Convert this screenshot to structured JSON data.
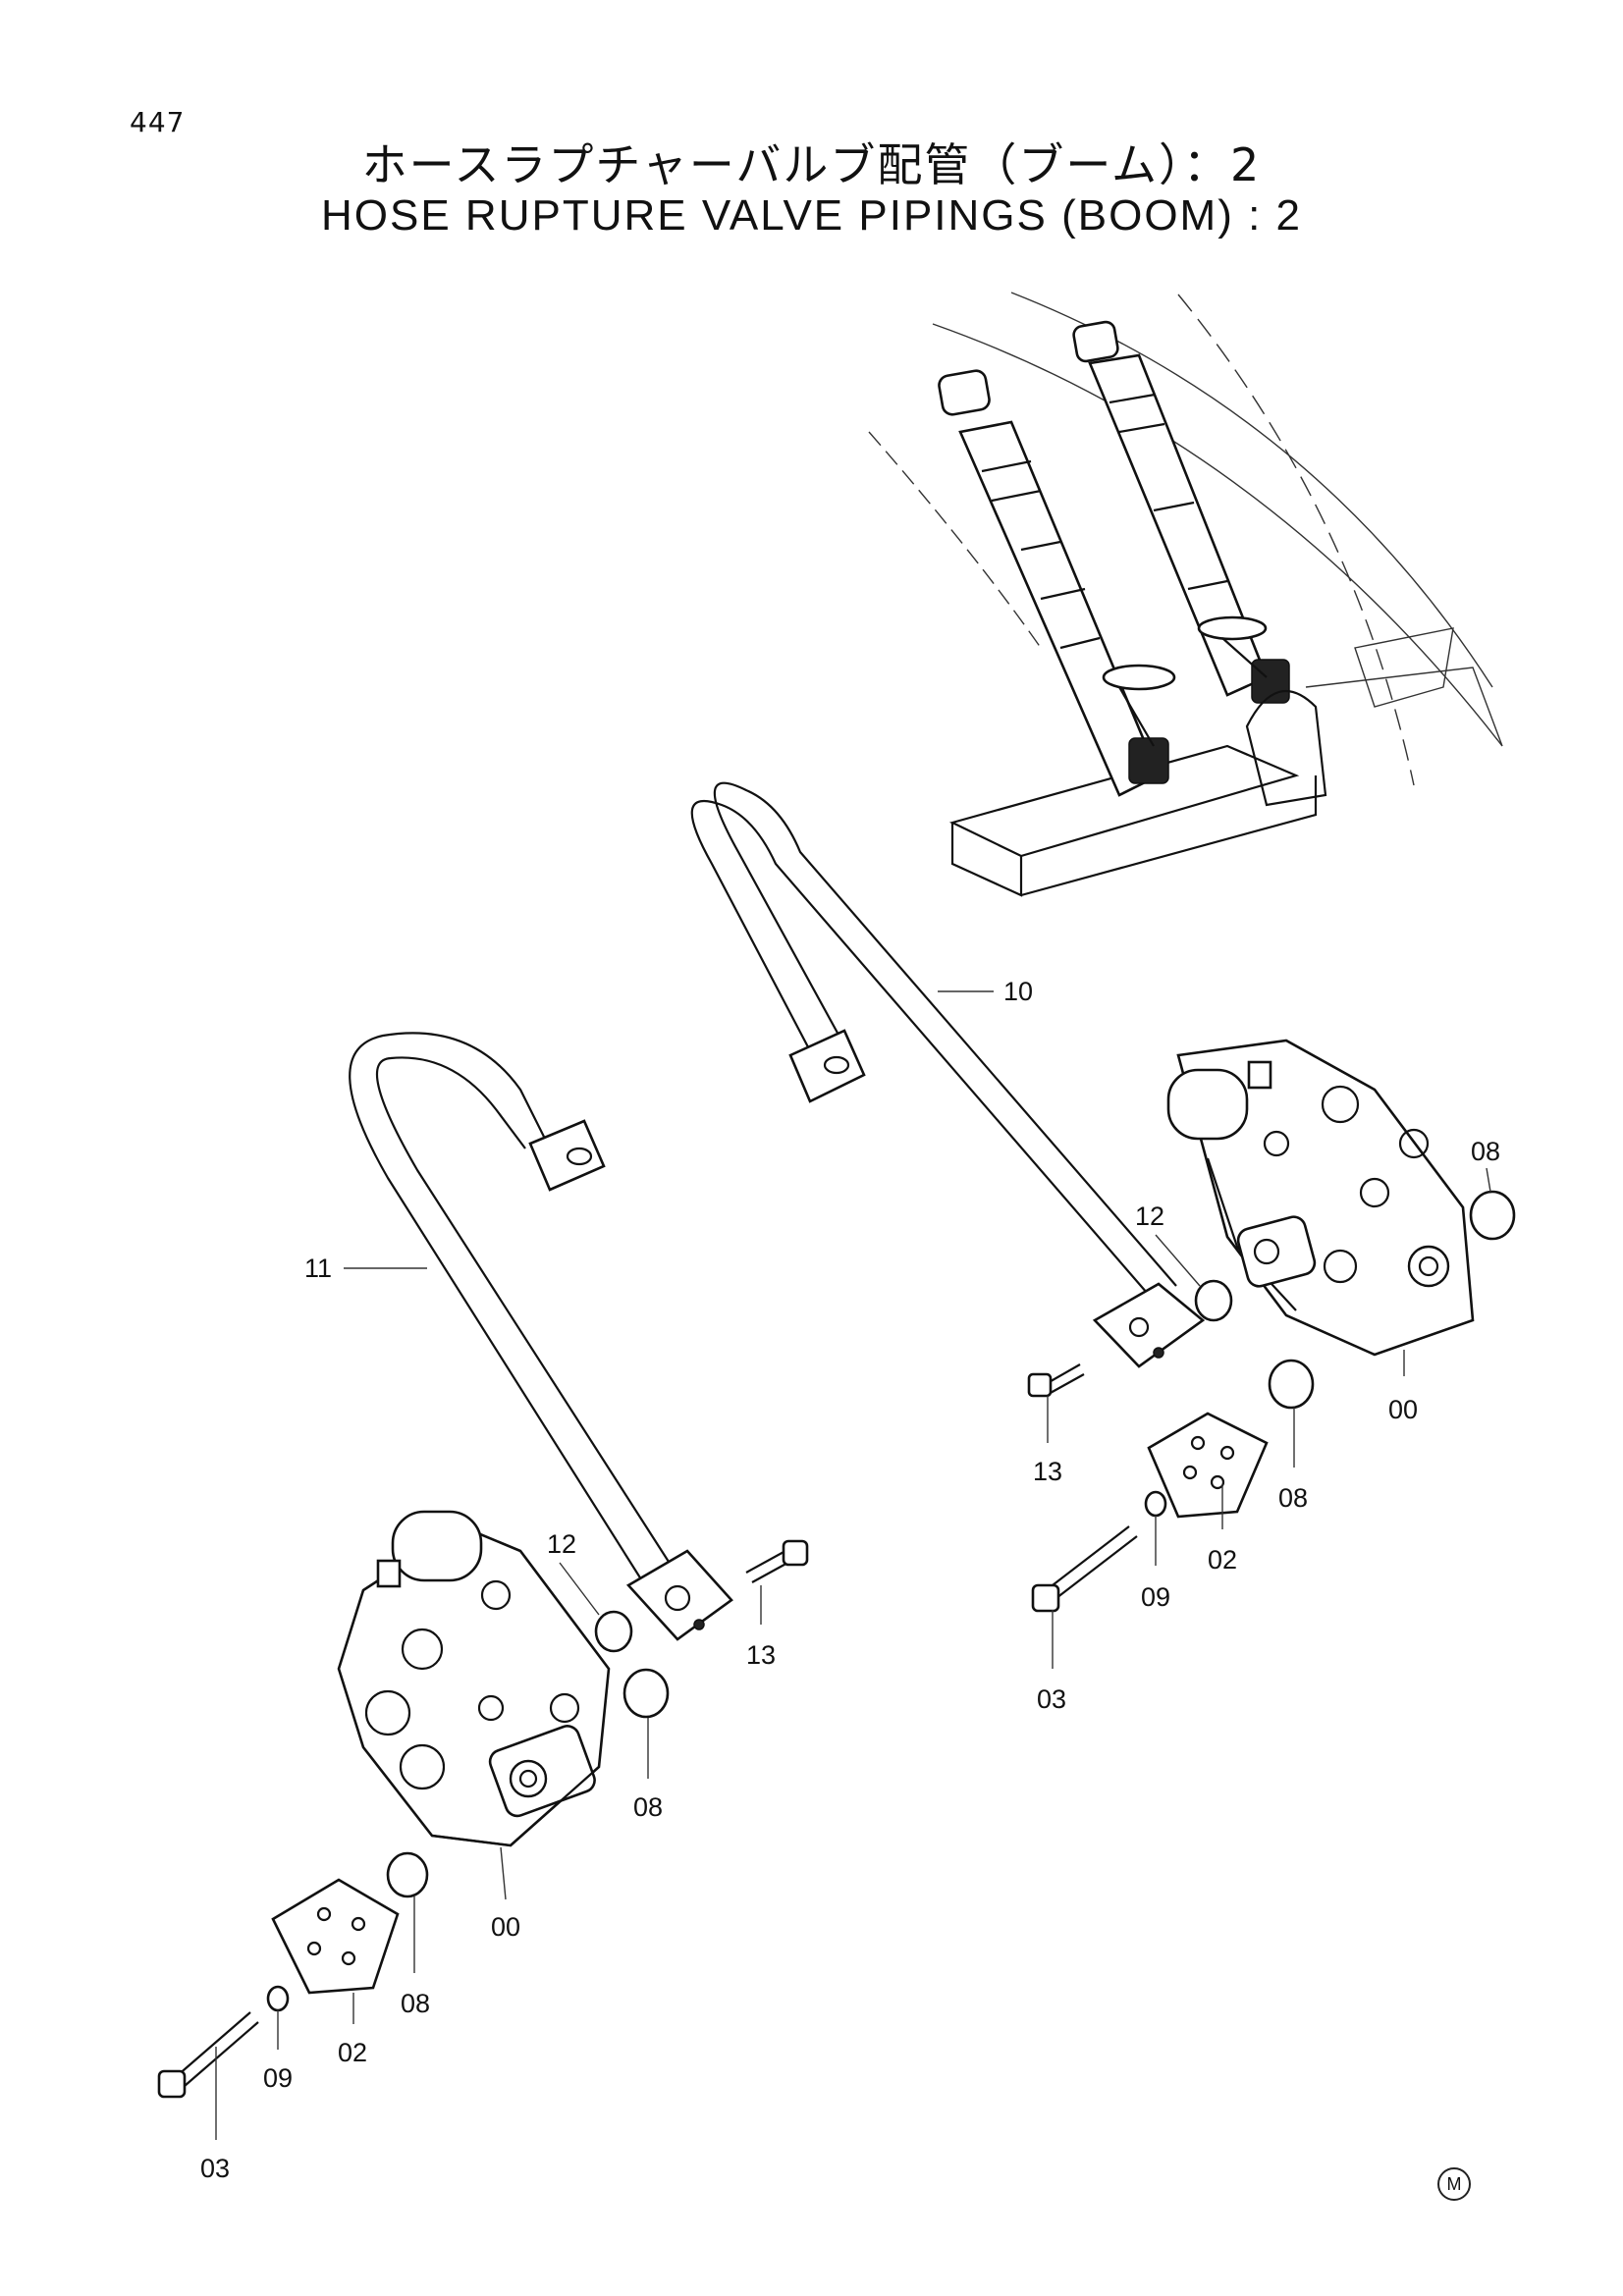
{
  "page": {
    "number": "447",
    "title_jp": "ホースラプチャーバルブ配管（ブーム）：2",
    "title_en": "HOSE RUPTURE VALVE PIPINGS (BOOM) : 2",
    "mark": "M"
  },
  "callouts": {
    "c10": "10",
    "c11": "11",
    "c12_right": "12",
    "c08_right_top": "08",
    "c00_right": "00",
    "c13_right": "13",
    "c08_right_mid": "08",
    "c02_right": "02",
    "c09_right": "09",
    "c03_right": "03",
    "c12_left": "12",
    "c13_left": "13",
    "c08_left_top": "08",
    "c00_left": "00",
    "c08_left_mid": "08",
    "c02_left": "02",
    "c09_left": "09",
    "c03_left": "03"
  }
}
